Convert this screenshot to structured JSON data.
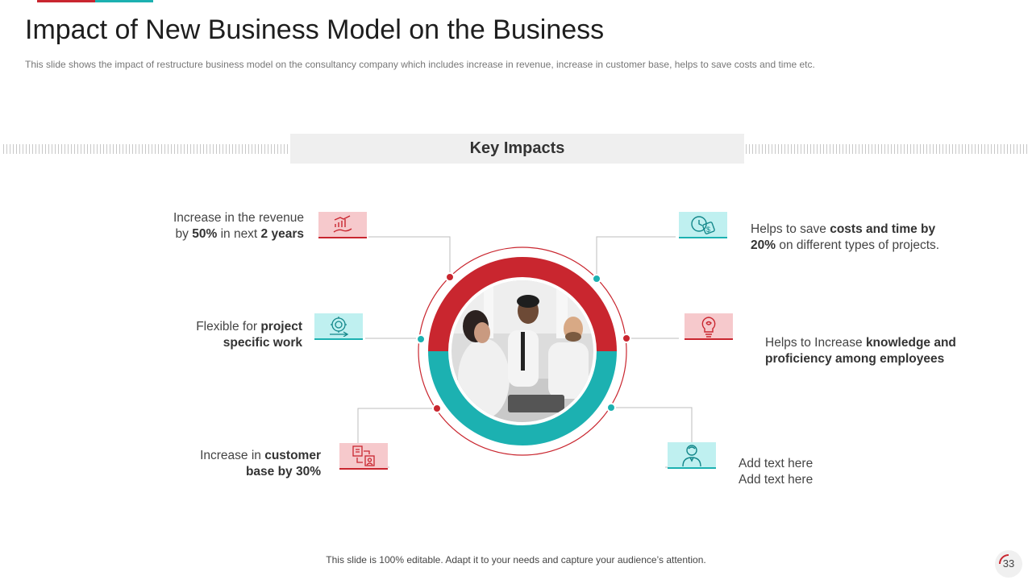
{
  "slide": {
    "title": "Impact of New Business Model on the Business",
    "subtitle": "This slide shows the impact of restructure business model on the consultancy company which includes increase in revenue,  increase in customer base, helps to save costs and time etc.",
    "section_header": "Key Impacts",
    "footer": "This slide is 100% editable. Adapt it to your needs and capture your audience’s attention.",
    "page_number": "33"
  },
  "colors": {
    "red": "#c9262f",
    "teal": "#1cb1b1",
    "red_light": "#f6c9cc",
    "teal_light": "#bff0f0"
  },
  "impacts": [
    {
      "id": "revenue",
      "icon": "revenue-growth-icon",
      "l1_a": "Increase  in the revenue",
      "l2_a": "by ",
      "l2_b": "50%",
      "l2_c": " in next ",
      "l2_d": "2 years"
    },
    {
      "id": "flexible",
      "icon": "gear-dollar-icon",
      "l1_a": "Flexible for ",
      "l1_b": "project",
      "l2_b": "specific work"
    },
    {
      "id": "customer",
      "icon": "customer-base-icon",
      "l1_a": "Increase  in ",
      "l1_b": "customer",
      "l2_b": "base by 30%"
    },
    {
      "id": "costs",
      "icon": "time-money-icon",
      "l1_a": "Helps to save ",
      "l1_b": "costs and time by",
      "l2_b": "20%",
      "l2_c": " on different types of projects."
    },
    {
      "id": "knowledge",
      "icon": "lightbulb-icon",
      "l1_a": "Helps to Increase  ",
      "l1_b": "knowledge and",
      "l2_b": "proficiency among employees"
    },
    {
      "id": "placeholder",
      "icon": "employee-icon",
      "l1_a": "Add text here",
      "l2_a": "Add text here"
    }
  ]
}
